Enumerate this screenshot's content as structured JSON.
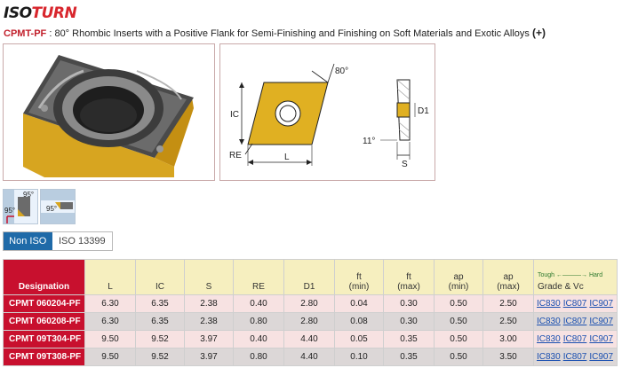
{
  "brand": {
    "part1": "ISO",
    "part2": "TURN"
  },
  "header": {
    "code": "CPMT-PF",
    "description": " : 80° Rhombic Inserts with a Positive Flank for Semi-Finishing and Finishing on Soft Materials and Exotic Alloys ",
    "plus": "(+)"
  },
  "drawing": {
    "angle_label": "80°",
    "ic_label": "IC",
    "re_label": "RE",
    "l_label": "L",
    "d1_label": "D1",
    "clearance_label": "11°",
    "s_label": "S"
  },
  "mini_icons": {
    "left_angle": "95°",
    "left_angle2": "95°",
    "right_angle": "95°"
  },
  "tabs": [
    {
      "label": "Non ISO",
      "active": true
    },
    {
      "label": "ISO 13399",
      "active": false
    }
  ],
  "table": {
    "headers": {
      "designation": "Designation",
      "l": "L",
      "ic": "IC",
      "s": "S",
      "re": "RE",
      "d1": "D1",
      "ft_min": "ft\n(min)",
      "ft_max": "ft\n(max)",
      "ap_min": "ap\n(min)",
      "ap_max": "ap\n(max)",
      "grade_scale": "Tough ←———→ Hard",
      "grade": "Grade & Vc"
    },
    "rows": [
      {
        "designation": "CPMT 060204-PF",
        "l": "6.30",
        "ic": "6.35",
        "s": "2.38",
        "re": "0.40",
        "d1": "2.80",
        "ft_min": "0.04",
        "ft_max": "0.30",
        "ap_min": "0.50",
        "ap_max": "2.50",
        "grades": [
          "IC830",
          "IC807",
          "IC907"
        ]
      },
      {
        "designation": "CPMT 060208-PF",
        "l": "6.30",
        "ic": "6.35",
        "s": "2.38",
        "re": "0.80",
        "d1": "2.80",
        "ft_min": "0.08",
        "ft_max": "0.30",
        "ap_min": "0.50",
        "ap_max": "2.50",
        "grades": [
          "IC830",
          "IC807",
          "IC907"
        ]
      },
      {
        "designation": "CPMT 09T304-PF",
        "l": "9.50",
        "ic": "9.52",
        "s": "3.97",
        "re": "0.40",
        "d1": "4.40",
        "ft_min": "0.05",
        "ft_max": "0.35",
        "ap_min": "0.50",
        "ap_max": "3.00",
        "grades": [
          "IC830",
          "IC807",
          "IC907"
        ]
      },
      {
        "designation": "CPMT 09T308-PF",
        "l": "9.50",
        "ic": "9.52",
        "s": "3.97",
        "re": "0.80",
        "d1": "4.40",
        "ft_min": "0.10",
        "ft_max": "0.35",
        "ap_min": "0.50",
        "ap_max": "3.50",
        "grades": [
          "IC830",
          "IC807",
          "IC907"
        ]
      }
    ]
  },
  "colors": {
    "brand_red": "#c8102e",
    "insert_gold": "#d7a520",
    "tab_blue": "#1f6aa8",
    "header_yellow": "#f6efbf",
    "row_pink": "#f7e2e2",
    "row_grey": "#dcd7d7",
    "link_blue": "#1a4fb0"
  }
}
